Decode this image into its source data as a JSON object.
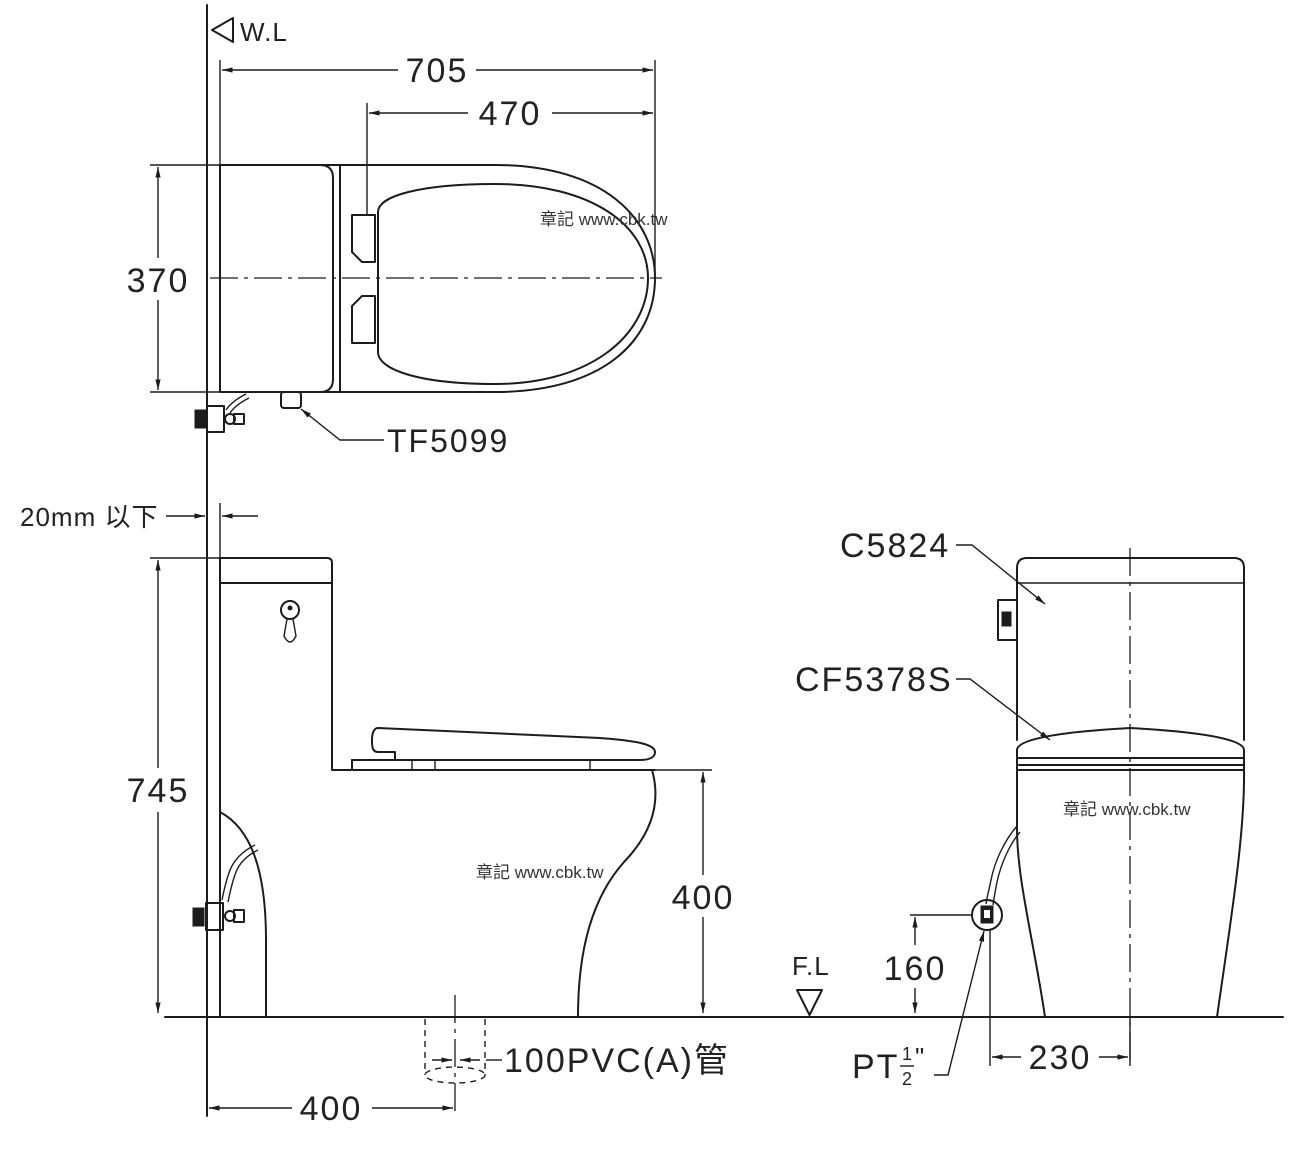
{
  "water_level": {
    "label": "W.L"
  },
  "top_view": {
    "dim_total_length": "705",
    "dim_seat_length": "470",
    "dim_width": "370",
    "part_flush_valve": "TF5099",
    "watermark": "章記 www.cbk.tw"
  },
  "side_view": {
    "wall_gap_label": "20mm 以下",
    "dim_total_height": "745",
    "dim_seat_height": "400",
    "dim_rough_in": "400",
    "drain_pipe_label": "100PVC(A)管",
    "watermark": "章記 www.cbk.tw"
  },
  "front_view": {
    "part_tank": "C5824",
    "part_seat": "CF5378S",
    "floor_level_label": "F.L",
    "dim_supply_height": "160",
    "dim_supply_offset": "230",
    "supply_thread": {
      "prefix": "PT",
      "numerator": "1",
      "denominator": "2",
      "suffix": "\""
    },
    "watermark": "章記 www.cbk.tw"
  }
}
